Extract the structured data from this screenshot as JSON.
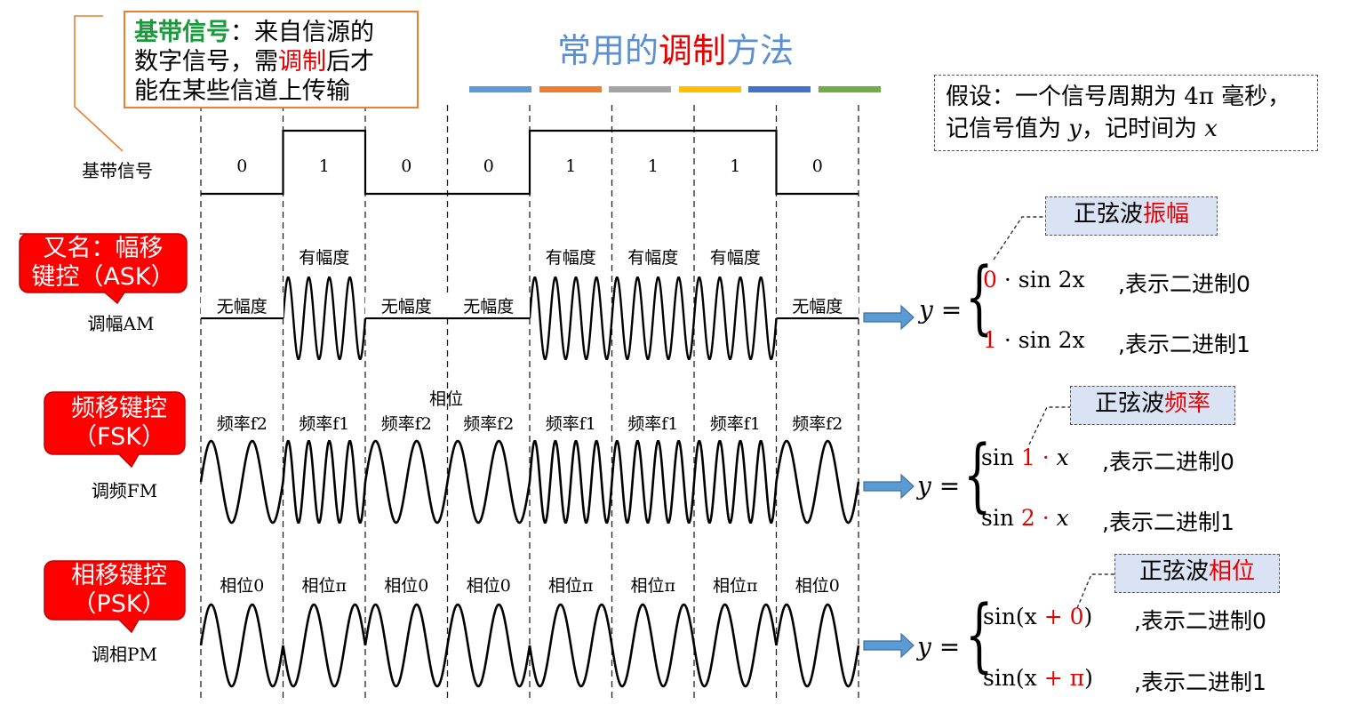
{
  "note": {
    "term": "基带信号",
    "line1_rest": "：来自信源的",
    "line2_pre": "数字信号，需",
    "line2_red": "调制",
    "line2_post": "后才",
    "line3": "能在某些信道上传输"
  },
  "title": {
    "pre": "常用的",
    "red": "调制",
    "post": "方法"
  },
  "title_swatches": [
    "#5b9bd5",
    "#ed7d31",
    "#a5a5a5",
    "#ffc000",
    "#4472c4",
    "#70ad47"
  ],
  "assumption": {
    "line1_pre": "假设：一个信号周期为 4π 毫秒，",
    "line2_pre": "记信号值为 ",
    "var_y": "y",
    "line2_mid": "，记时间为 ",
    "var_x": "x"
  },
  "bits": [
    "0",
    "1",
    "0",
    "0",
    "1",
    "1",
    "1",
    "0"
  ],
  "rows": {
    "baseband": {
      "label": "基带信号"
    },
    "am": {
      "label": "调幅AM",
      "bubble_line1": "又名：幅移",
      "bubble_line2": "键控（ASK）",
      "seg_labels": [
        "无幅度",
        "有幅度",
        "无幅度",
        "无幅度",
        "有幅度",
        "有幅度",
        "有幅度",
        "无幅度"
      ]
    },
    "fm": {
      "label": "调频FM",
      "bubble_line1": "频移键控",
      "bubble_line2": "（FSK）",
      "extra_label": "相位",
      "seg_labels": [
        "频率f2",
        "频率f1",
        "频率f2",
        "频率f2",
        "频率f1",
        "频率f1",
        "频率f1",
        "频率f2"
      ]
    },
    "pm": {
      "label": "调相PM",
      "bubble_line1": "相移键控",
      "bubble_line2": "（PSK）",
      "seg_labels": [
        "相位0",
        "相位π",
        "相位0",
        "相位0",
        "相位π",
        "相位π",
        "相位π",
        "相位0"
      ]
    }
  },
  "formulas": {
    "am": {
      "tag_pre": "正弦波",
      "tag_red": "振幅",
      "lhs": "y =",
      "case0_red": "0",
      "case0_rest": " · sin 2x",
      "case0_desc": ",表示二进制0",
      "case1_red": "1",
      "case1_rest": " · sin 2x",
      "case1_desc": ",表示二进制1"
    },
    "fm": {
      "tag_pre": "正弦波",
      "tag_red": "频率",
      "lhs": "y =",
      "case0_pre": "sin ",
      "case0_red": "1 ·",
      "case0_post": " x",
      "case0_desc": ",表示二进制0",
      "case1_pre": "sin ",
      "case1_red": "2 ·",
      "case1_post": " x",
      "case1_desc": ",表示二进制1"
    },
    "pm": {
      "tag_pre": "正弦波",
      "tag_red": "相位",
      "lhs": "y =",
      "case0_pre": "sin(x ",
      "case0_red": "+ 0",
      "case0_post": ")",
      "case0_desc": ",表示二进制0",
      "case1_pre": "sin(x ",
      "case1_red": "+ π",
      "case1_post": ")",
      "case1_desc": ",表示二进制1"
    }
  },
  "colors": {
    "bubble_red": "#ff0000",
    "accent_red": "#e60000",
    "tag_blue": "#dae3f3",
    "arrow_blue": "#5b9bd5",
    "note_border": "#ed7d31",
    "term_green": "#1a9a3a"
  }
}
